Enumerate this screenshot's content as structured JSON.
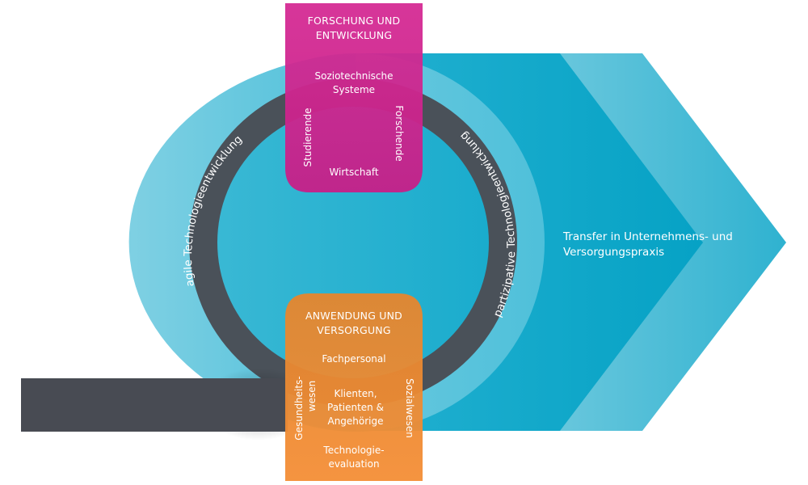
{
  "colors": {
    "light_cyan": "#7dcfe2",
    "mid_cyan": "#33b5d2",
    "band_cyan": "#14a6c9",
    "ring_dark": "#4a5159",
    "bar_dark": "#484b53",
    "magenta": "#d4218c",
    "orange": "#ef8222"
  },
  "ring": {
    "left_label": "agile Technologieentwicklung",
    "right_label": "partizipative Technologieentwicklung"
  },
  "transfer": {
    "line1": "Transfer in Unternehmens- und",
    "line2": "Versorgungspraxis"
  },
  "research_box": {
    "title_line1": "FORSCHUNG UND",
    "title_line2": "ENTWICKLUNG",
    "center_line1": "Soziotechnische",
    "center_line2": "Systeme",
    "left": "Studierende",
    "right": "Forschende",
    "bottom": "Wirtschaft"
  },
  "application_box": {
    "title_line1": "ANWENDUNG UND",
    "title_line2": "VERSORGUNG",
    "top": "Fachpersonal",
    "center_line1": "Klienten,",
    "center_line2": "Patienten &",
    "center_line3": "Angehörige",
    "left_line1": "Gesundheits-",
    "left_line2": "wesen",
    "right": "Sozialwesen",
    "bottom_line1": "Technologie-",
    "bottom_line2": "evaluation"
  }
}
